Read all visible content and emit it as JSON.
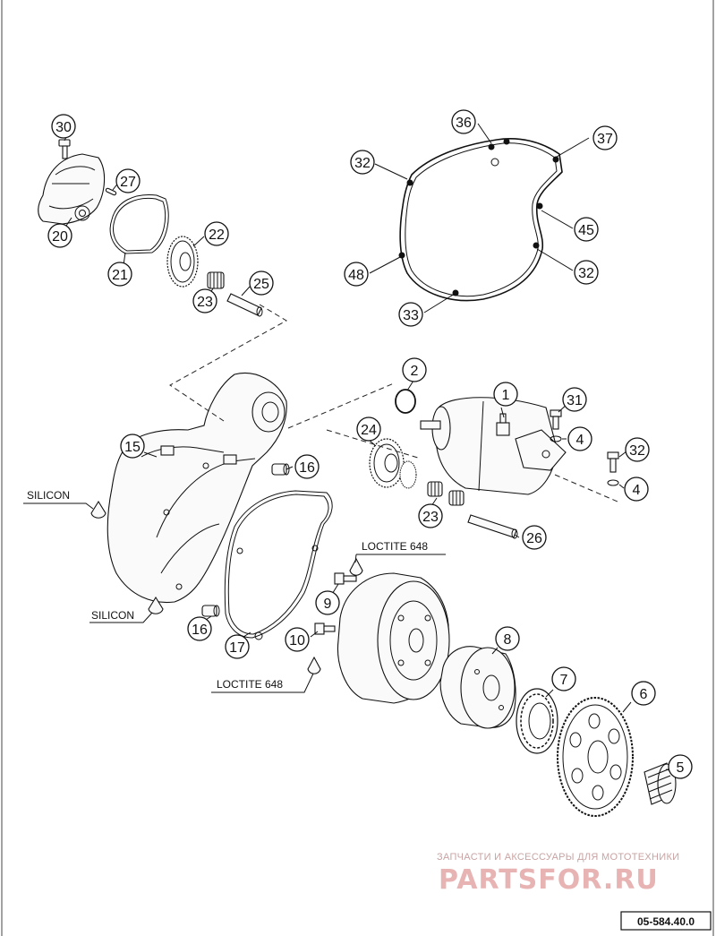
{
  "callouts": {
    "c1": "1",
    "c2": "2",
    "c4a": "4",
    "c4b": "4",
    "c5": "5",
    "c6": "6",
    "c7": "7",
    "c8": "8",
    "c9": "9",
    "c10": "10",
    "c15": "15",
    "c16a": "16",
    "c16b": "16",
    "c17": "17",
    "c20": "20",
    "c21": "21",
    "c22": "22",
    "c23a": "23",
    "c23b": "23",
    "c24": "24",
    "c25": "25",
    "c26": "26",
    "c27": "27",
    "c30": "30",
    "c31": "31",
    "c32a": "32",
    "c32b": "32",
    "c32c": "32",
    "c33": "33",
    "c36": "36",
    "c37": "37",
    "c45": "45",
    "c48": "48"
  },
  "notes": {
    "silicon_top": "SILICON",
    "silicon_bottom": "SILICON",
    "loctite_top": "LOCTITE 648",
    "loctite_bottom": "LOCTITE 648"
  },
  "watermark": {
    "tagline": "ЗАПЧАСТИ И АКСЕССУАРЫ ДЛЯ МОТОТЕХНИКИ",
    "brand": "PARTSFOR.RU"
  },
  "drawing_ref": "05-584.40.0"
}
